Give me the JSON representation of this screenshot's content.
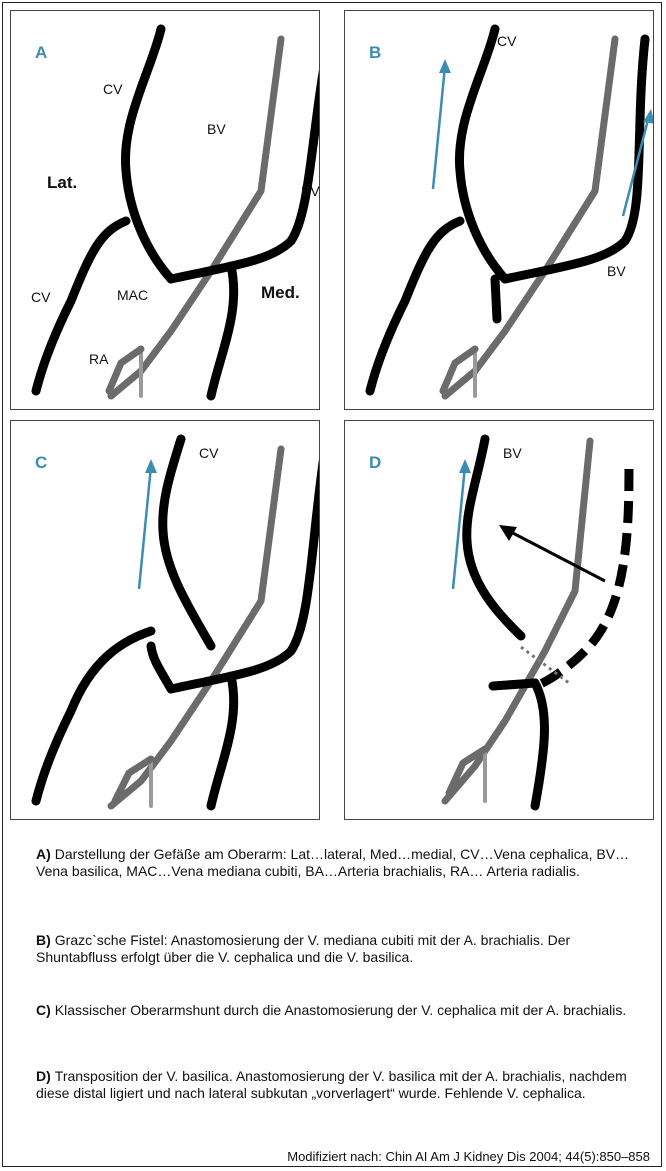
{
  "panels": [
    {
      "letter": "A",
      "labels": {
        "cv_top": "CV",
        "bv_mid": "BV",
        "bv_right": "BV",
        "lat": "Lat.",
        "cv_left": "CV",
        "mac": "MAC",
        "med": "Med.",
        "ra": "RA"
      }
    },
    {
      "letter": "B",
      "labels": {
        "cv_top": "CV",
        "bv_right": "BV"
      }
    },
    {
      "letter": "C",
      "labels": {
        "cv_top": "CV"
      }
    },
    {
      "letter": "D",
      "labels": {
        "bv_top": "BV"
      }
    }
  ],
  "captions": [
    {
      "key": "A)",
      "text": "Darstellung der Gefäße am Oberarm: Lat…lateral, Med…medial, CV…Vena cephalica, BV…Vena basilica, MAC…Vena mediana cubiti, BA…Arteria brachialis, RA… Arteria radialis."
    },
    {
      "key": "B)",
      "text": "Grazc`sche Fistel: Anastomosierung der V. mediana cubiti mit der A. brachialis. Der Shuntabfluss erfolgt über die V. cephalica und die V. basilica."
    },
    {
      "key": "C)",
      "text": "Klassischer Oberarmshunt durch die Anastomosierung der V. cephalica mit der A. brachialis."
    },
    {
      "key": "D)",
      "text": "Transposition der V. basilica. Anastomosierung der V. basilica mit der A. brachialis, nachdem diese distal ligiert und nach lateral subkutan „vorverlagert“ wurde. Fehlende V. cephalica."
    }
  ],
  "source": "Modifiziert nach: Chin AI Am J Kidney Dis 2004; 44(5):850–858",
  "colors": {
    "accent": "#3d8db3",
    "vein": "#000000",
    "artery": "#6b6b6b"
  }
}
